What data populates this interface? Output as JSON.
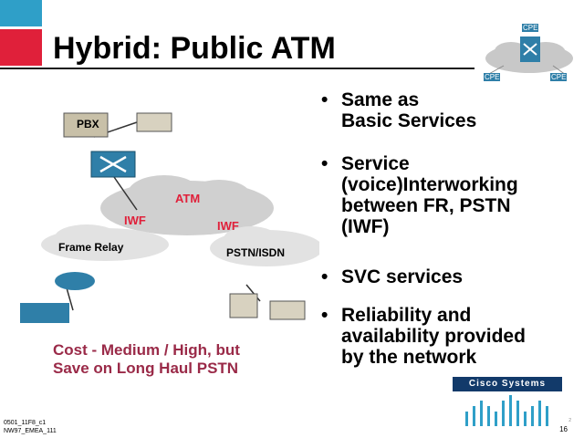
{
  "slide": {
    "title": "Hybrid: Public ATM",
    "bullets": [
      {
        "lines": [
          "Same as",
          "Basic Services"
        ]
      },
      {
        "lines": [
          "Service",
          "(voice)Interworking",
          "between FR, PSTN",
          "(IWF)"
        ]
      },
      {
        "lines": [
          "SVC services"
        ]
      },
      {
        "lines": [
          "Reliability and",
          "availability provided",
          "by the network"
        ]
      }
    ],
    "cost_lines": [
      "Cost - Medium / High, but",
      "Save on Long Haul PSTN"
    ],
    "footer": [
      "0501_11F8_c1",
      "NW97_EMEA_111"
    ],
    "page_number": "16",
    "page_small": "2"
  },
  "diagram": {
    "pbx_label": "PBX",
    "atm_label": "ATM",
    "iwf_left": "IWF",
    "iwf_right": "IWF",
    "frame_relay_label": "Frame Relay",
    "pstn_label": "PSTN/ISDN",
    "cpe_labels": [
      "CPE",
      "CPE",
      "CPE"
    ]
  },
  "logo": {
    "text": "Cisco Systems"
  },
  "colors": {
    "accent_blue": "#2f9fc8",
    "accent_red": "#e0203a",
    "cost_text": "#9a2a48"
  }
}
